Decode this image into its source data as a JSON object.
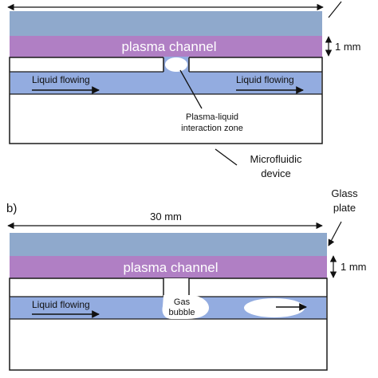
{
  "panel_a": {
    "plasma_label": "plasma channel",
    "height_label": "1 mm",
    "liquid_left": "Liquid flowing",
    "liquid_right": "Liquid flowing",
    "interaction_zone_line1": "Plasma-liquid",
    "interaction_zone_line2": "interaction zone",
    "device_line1": "Microfluidic",
    "device_line2": "device"
  },
  "panel_b": {
    "panel_label": "b)",
    "width_label": "30 mm",
    "glass_line1": "Glass",
    "glass_line2": "plate",
    "plasma_label": "plasma channel",
    "height_label": "1 mm",
    "liquid_left": "Liquid flowing",
    "bubble_line1": "Gas",
    "bubble_line2": "bubble"
  },
  "colors": {
    "glass": "#8fa9cc",
    "plasma": "#b07fc4",
    "liquid": "#93ace0",
    "outline": "#1a1a1a",
    "text_dark": "#111111",
    "text_light": "#ffffff"
  },
  "icons": {
    "arrow": "right-arrow-icon",
    "pointer": "pointer-line-icon",
    "dimension": "double-arrow-dimension-icon"
  }
}
